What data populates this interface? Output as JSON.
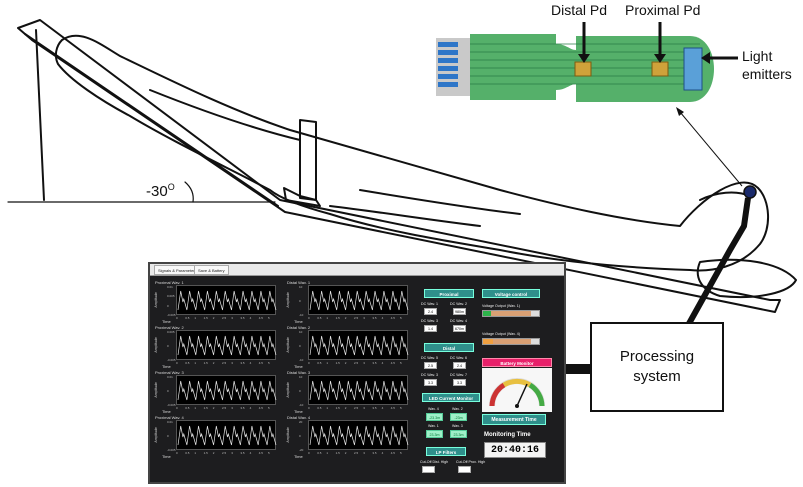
{
  "labels": {
    "distal_pd": "Distal Pd",
    "proximal_pd": "Proximal Pd",
    "light_emitters_line1": "Light",
    "light_emitters_line2": "emitters",
    "angle_value": "-30",
    "angle_unit": "O",
    "processing_line1": "Processing",
    "processing_line2": "system"
  },
  "software": {
    "tabs": [
      "Signals & Parameters",
      "Save & Battery"
    ],
    "plots": [
      {
        "title": "Proximal Wav. 1",
        "ylabel": "Amplitude",
        "xlabel": "Time",
        "yticks": [
          "0.01",
          "0.005",
          "0",
          "-0.005"
        ]
      },
      {
        "title": "Distal Wav. 1",
        "ylabel": "Amplitude",
        "xlabel": "Time",
        "yticks": [
          "10",
          "0",
          "-10"
        ]
      },
      {
        "title": "Proximal Wav. 2",
        "ylabel": "Amplitude",
        "xlabel": "Time",
        "yticks": [
          "0.005",
          "0",
          "-0.005"
        ]
      },
      {
        "title": "Distal Wav. 2",
        "ylabel": "Amplitude",
        "xlabel": "Time",
        "yticks": [
          "10",
          "0",
          "-10"
        ]
      },
      {
        "title": "Proximal Wav. 3",
        "ylabel": "Amplitude",
        "xlabel": "Time",
        "yticks": [
          "0.01",
          "0",
          "-0.005"
        ]
      },
      {
        "title": "Distal Wav. 3",
        "ylabel": "Amplitude",
        "xlabel": "Time",
        "yticks": [
          "10",
          "0",
          "-10"
        ]
      },
      {
        "title": "Proximal Wav. 4",
        "ylabel": "Amplitude",
        "xlabel": "Time",
        "yticks": [
          "0.01",
          "0",
          "-0.005"
        ]
      },
      {
        "title": "Distal Wav. 4",
        "ylabel": "Amplitude",
        "xlabel": "Time",
        "yticks": [
          "20",
          "0",
          "-20"
        ]
      }
    ],
    "xticks": [
      "0",
      "0.5",
      "1",
      "1.5",
      "2",
      "2.5",
      "3",
      "3.5",
      "4",
      "4.5",
      "5"
    ],
    "proximal": {
      "header": "Proximal",
      "items": [
        {
          "label": "DC Wav. 1",
          "value": "2.4"
        },
        {
          "label": "DC Wav. 2",
          "value": "980m"
        },
        {
          "label": "DC Wav. 3",
          "value": "1.4"
        },
        {
          "label": "DC Wav. 4",
          "value": "670m"
        }
      ]
    },
    "distal": {
      "header": "Distal",
      "items": [
        {
          "label": "DC Wav. 5",
          "value": "2.5"
        },
        {
          "label": "DC Wav. 6",
          "value": "2.4"
        },
        {
          "label": "DC Wav. 3",
          "value": "3.3"
        },
        {
          "label": "DC Wav. 7",
          "value": "3.3"
        }
      ]
    },
    "led_header": "LED Current Monitor",
    "led": [
      {
        "label": "Wav. 4",
        "value": "-23.3m"
      },
      {
        "label": "Wav. 2",
        "value": "-23m"
      },
      {
        "label": "Wav. 1",
        "value": "23.3m"
      },
      {
        "label": "Wav. 3",
        "value": "23.3m"
      }
    ],
    "lp_filters": "LP Filters",
    "cutoff_distal": "Cut-Off Dist. High",
    "cutoff_proximal": "Cut-Off Prox. High",
    "voltage_header": "Voltage control",
    "voltage_output_1": "Voltage Output (Wav. 1)",
    "voltage_output_4": "Voltage Output (Wav. 4)",
    "battery_header": "Battery Monitor",
    "measurement_header": "Measurement Time",
    "monitoring_label": "Monitoring Time",
    "monitoring_time": "20:40:16"
  }
}
